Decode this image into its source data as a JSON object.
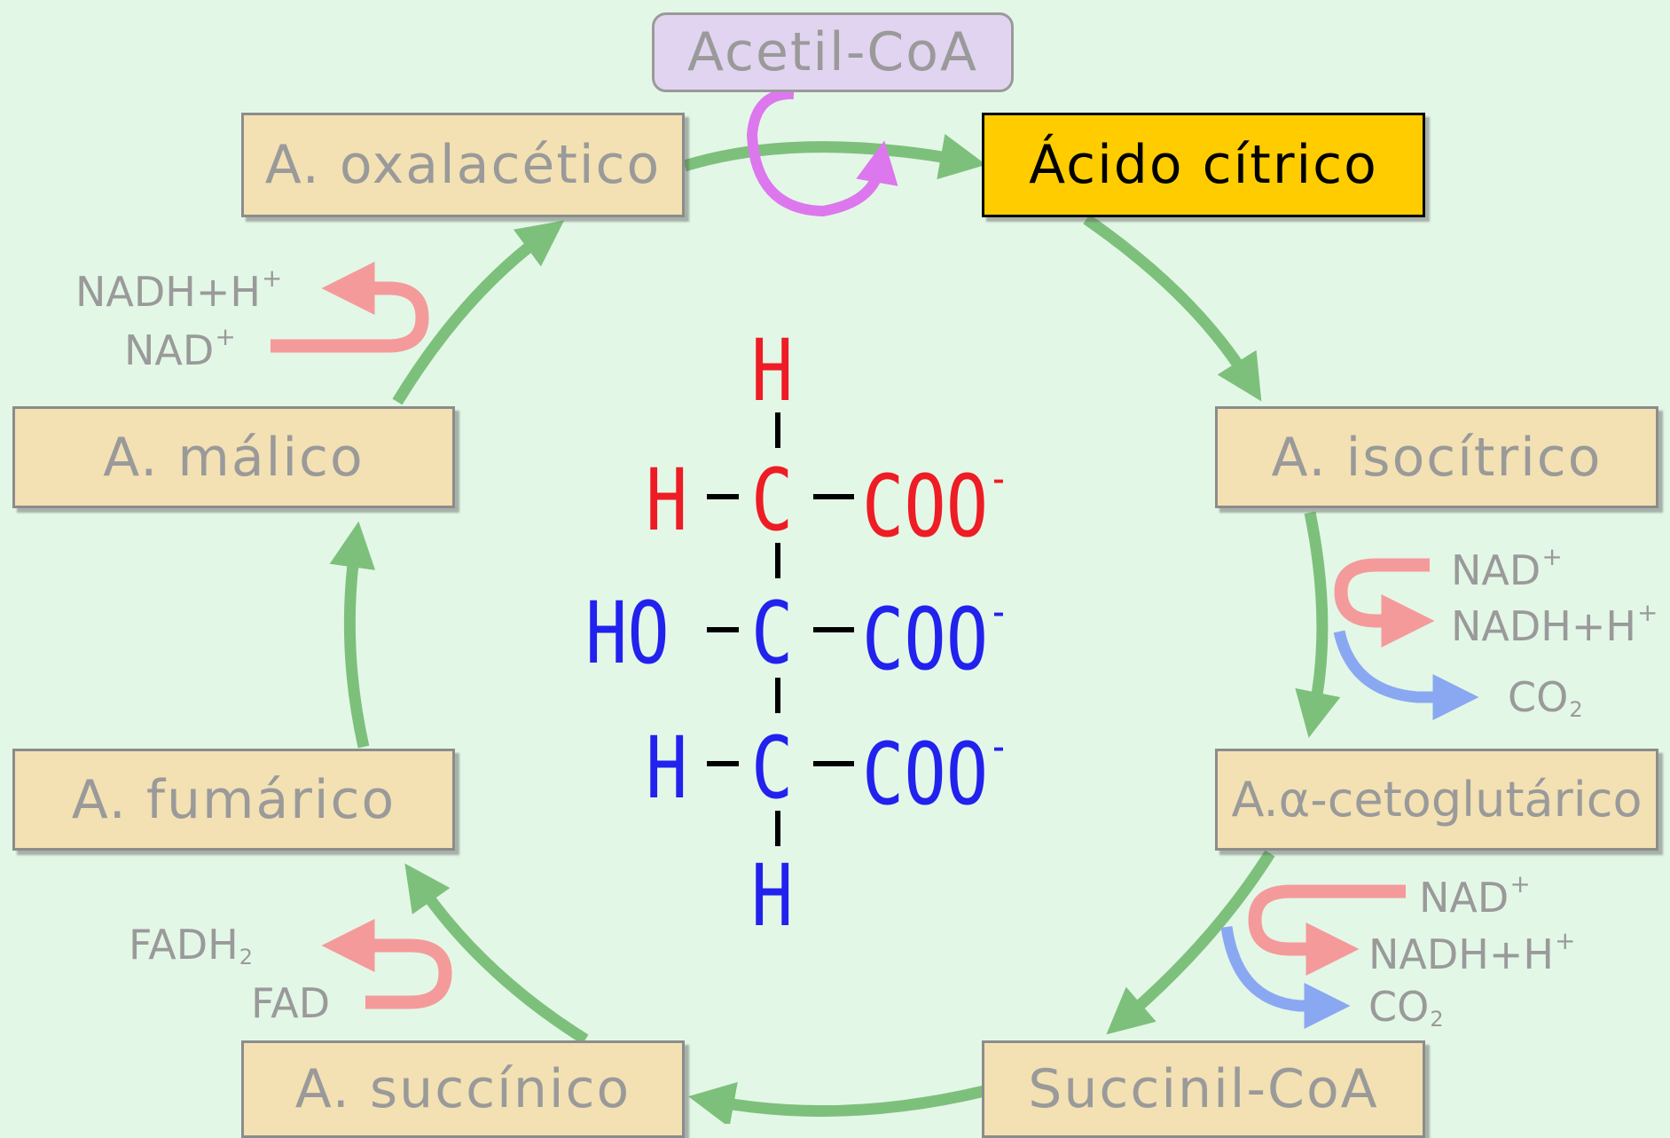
{
  "diagram": {
    "boxes": {
      "acetyl_coa": "Acetil-CoA",
      "oxalacetico": "A. oxalacético",
      "citrico": "Ácido cítrico",
      "isocitrico": "A. isocítrico",
      "cetoglutarico": "A.α-cetoglutárico",
      "succinil_coa": "Succinil-CoA",
      "succinico": "A. succínico",
      "fumarico": "A. fumárico",
      "malico": "A. málico"
    },
    "cofactors": {
      "nad": "NAD",
      "nadh_h": "NADH+H",
      "co2": "CO",
      "co2_sub": "2",
      "fad": "FAD",
      "fadh2": "FADH",
      "fadh2_sub": "2",
      "plus": "+"
    },
    "structure": {
      "h": "H",
      "c": "C",
      "ho": "HO",
      "coo": "COO",
      "minus": "-"
    }
  },
  "colors": {
    "background": "#e3f7e7",
    "box_fill": "#f3e1b3",
    "active_fill": "#ffcc00",
    "acetyl_fill": "#e1d4f0",
    "cycle_arrow": "#7dc07b",
    "reduction_arrow": "#f59a9a",
    "co2_arrow": "#8aa8f2",
    "acetyl_arrow": "#dd77ee",
    "structure_red": "#ee1c24",
    "structure_blue": "#2222ee"
  }
}
